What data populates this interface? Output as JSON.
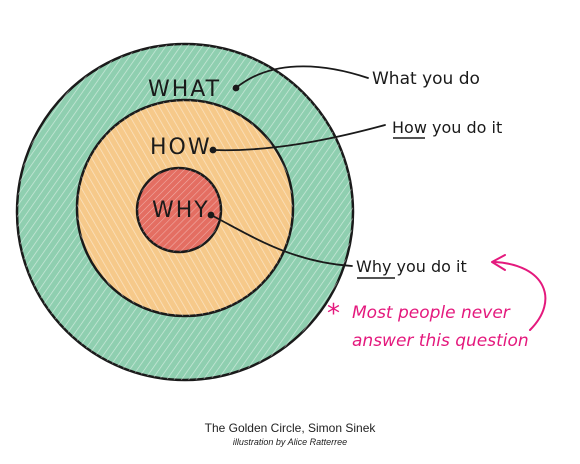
{
  "diagram": {
    "rings": {
      "outer": {
        "label": "WHAT",
        "color": "#8fcfb0"
      },
      "middle": {
        "label": "HOW",
        "color": "#f6c98a"
      },
      "inner": {
        "label": "WHY",
        "color": "#e46e62"
      }
    },
    "annotations": {
      "what": "What you do",
      "how": "How you do it",
      "why": "Why you do it",
      "note_star": "*",
      "note_line1": "Most people never",
      "note_line2": "answer this question"
    },
    "colors": {
      "ink": "#1a1a1a",
      "highlight": "#e4197d"
    }
  },
  "caption": {
    "title": "The Golden Circle, Simon Sinek",
    "credit": "illustration by Alice Ratterree"
  }
}
